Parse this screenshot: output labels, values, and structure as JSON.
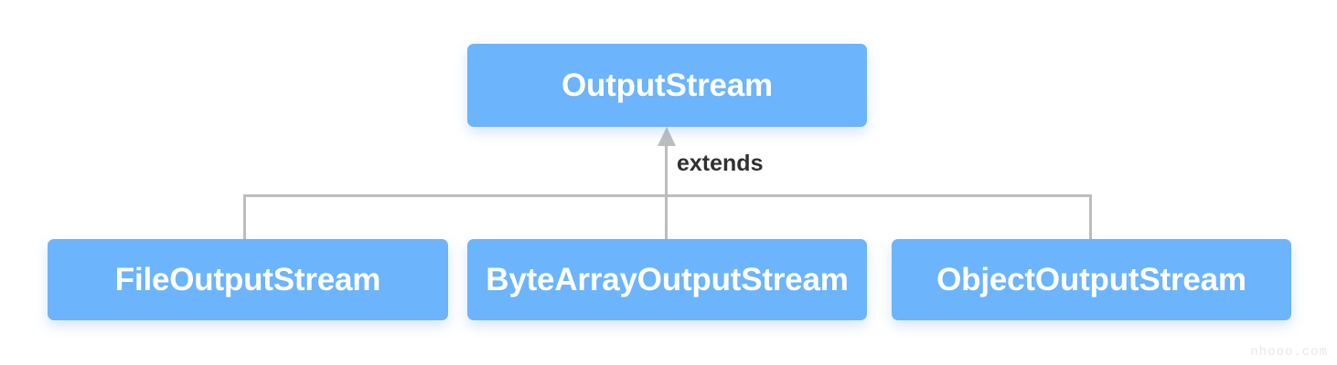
{
  "diagram": {
    "type": "uml-class-hierarchy",
    "relationship_label": "extends",
    "arrow_direction": "up",
    "colors": {
      "box_fill": "#6cb4fc",
      "box_text": "#ffffff",
      "connector": "#bdbdbd",
      "label_text": "#303030",
      "background": "#ffffff",
      "watermark_text": "#e4e7ec"
    },
    "parent": {
      "name": "OutputStream"
    },
    "children": [
      {
        "name": "FileOutputStream"
      },
      {
        "name": "ByteArrayOutputStream"
      },
      {
        "name": "ObjectOutputStream"
      }
    ]
  },
  "watermark": {
    "text": "nhooo.com"
  }
}
